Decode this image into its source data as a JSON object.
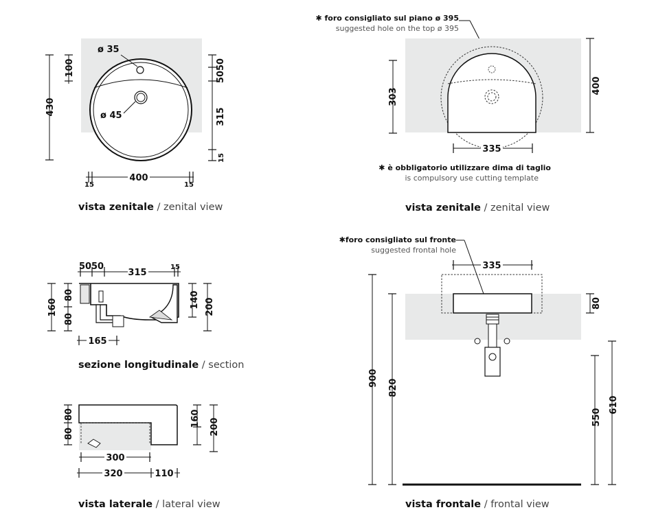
{
  "colors": {
    "countertop": "#e8e9e9",
    "line": "#111111",
    "caption_secondary": "#444444"
  },
  "top_zenital": {
    "hole_small": "ø 35",
    "hole_drain": "ø 45",
    "dim_430": "430",
    "dim_100": "100",
    "dim_5050": "5050",
    "dim_315": "315",
    "dim_15_right": "15",
    "dim_400": "400",
    "dim_15_left_bottom": "15",
    "dim_15_right_bottom": "15",
    "caption_bold": "vista zenitale",
    "caption_normal": " / zenital view"
  },
  "right_zenital": {
    "note1_bold": "✱ foro consigliato sul piano ø 395",
    "note1_normal": "suggested hole on the top ø 395",
    "dim_303": "303",
    "dim_400": "400",
    "dim_335": "335",
    "note2_bold": "✱ è obbligatorio utilizzare dima di taglio",
    "note2_normal": "is compulsory use cutting template",
    "caption_bold": "vista zenitale",
    "caption_normal": " / zenital view"
  },
  "section": {
    "dim_50a": "50",
    "dim_50b": "50",
    "dim_315": "315",
    "dim_15": "15",
    "dim_160": "160",
    "dim_80a": "80",
    "dim_80b": "80",
    "dim_140": "140",
    "dim_200": "200",
    "dim_165": "165",
    "caption_bold": "sezione longitudinale",
    "caption_normal": " / section"
  },
  "lateral": {
    "dim_80a": "80",
    "dim_80b": "80",
    "dim_160": "160",
    "dim_200": "200",
    "dim_300": "300",
    "dim_320": "320",
    "dim_110": "110",
    "caption_bold": "vista laterale",
    "caption_normal": " / lateral view"
  },
  "frontal": {
    "note_bold": "✱foro consigliato sul fronte",
    "note_normal": "suggested frontal hole",
    "dim_335": "335",
    "dim_80": "80",
    "dim_900": "900",
    "dim_820": "820",
    "dim_550": "550",
    "dim_610": "610",
    "caption_bold": "vista frontale",
    "caption_normal": " / frontal view"
  }
}
